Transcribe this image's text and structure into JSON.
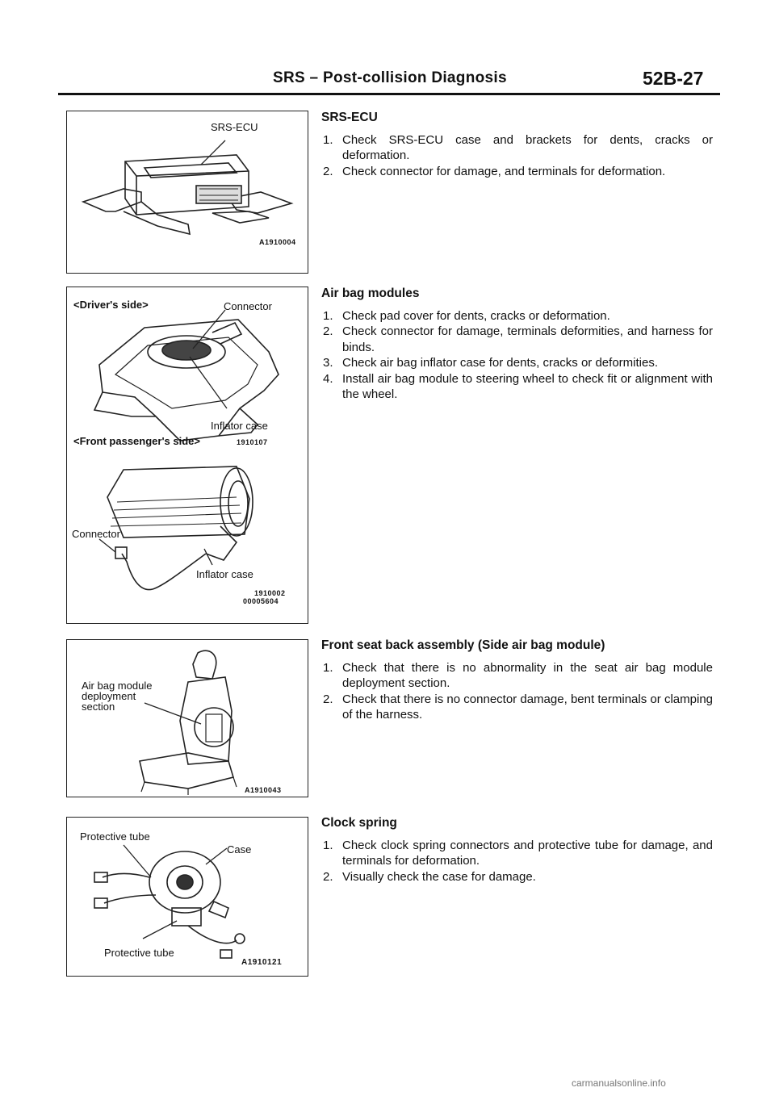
{
  "header": {
    "title": "SRS – Post-collision Diagnosis",
    "page_number": "52B-27"
  },
  "figures": {
    "srs_ecu": {
      "callout": "SRS-ECU",
      "code": "A1910004"
    },
    "airbag": {
      "driver_title": "<Driver's side>",
      "driver_connector": "Connector",
      "driver_inflator": "Inflator case",
      "passenger_title": "<Front passenger's side>",
      "passenger_code_1": "1910107",
      "passenger_connector": "Connector",
      "passenger_inflator": "Inflator case",
      "code_1": "1910002",
      "code_2": "00005604"
    },
    "seat": {
      "callout_line1": "Air bag module",
      "callout_line2": "deployment",
      "callout_line3": "section",
      "code": "A1910043"
    },
    "clock": {
      "tube_top": "Protective tube",
      "case": "Case",
      "tube_bottom": "Protective tube",
      "code": "A1910121"
    }
  },
  "sections": {
    "srs_ecu": {
      "heading": "SRS-ECU",
      "items": [
        {
          "num": "1.",
          "text": "Check SRS-ECU case and brackets for dents, cracks or deformation."
        },
        {
          "num": "2.",
          "text": "Check connector for damage, and terminals for deformation."
        }
      ]
    },
    "airbag": {
      "heading": "Air bag modules",
      "items": [
        {
          "num": "1.",
          "text": "Check pad cover for dents, cracks or deformation."
        },
        {
          "num": "2.",
          "text": "Check connector for damage, terminals deformities, and harness for binds."
        },
        {
          "num": "3.",
          "text": "Check air bag inflator case for dents, cracks or deformities."
        },
        {
          "num": "4.",
          "text": "Install air bag module to steering wheel to check fit or alignment with the wheel."
        }
      ]
    },
    "seat": {
      "heading": "Front seat back assembly (Side air bag module)",
      "items": [
        {
          "num": "1.",
          "text": "Check that there is no abnormality in the seat air bag module deployment section."
        },
        {
          "num": "2.",
          "text": "Check that there is no connector damage, bent terminals or clamping of the harness."
        }
      ]
    },
    "clock": {
      "heading": "Clock spring",
      "items": [
        {
          "num": "1.",
          "text": "Check clock spring connectors and protective tube for damage, and terminals for deformation."
        },
        {
          "num": "2.",
          "text": "Visually check the case for damage."
        }
      ]
    }
  },
  "footer": {
    "watermark": "carmanualsonline.info"
  }
}
